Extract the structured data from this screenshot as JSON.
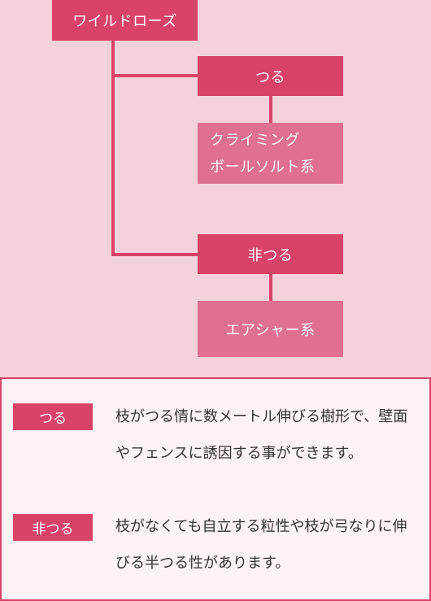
{
  "tree": {
    "root": "ワイルドローズ",
    "tsuru": "つる",
    "climbing_line1": "クライミング",
    "climbing_line2": "ボールソルト系",
    "hitsuru": "非つる",
    "air": "エアシャー系"
  },
  "legend": {
    "items": [
      {
        "tag": "つる",
        "desc": "枝がつる情に数メートル伸びる樹形で、壁面やフェンスに誘因する事ができます。"
      },
      {
        "tag": "非つる",
        "desc": "枝がなくても自立する粒性や枝が弓なりに伸びる半つる性があります。"
      }
    ]
  },
  "colors": {
    "background": "#f3d2d9",
    "accent": "#d94368",
    "accent_light": "#e07090",
    "legend_bg": "#fdf3f5"
  }
}
